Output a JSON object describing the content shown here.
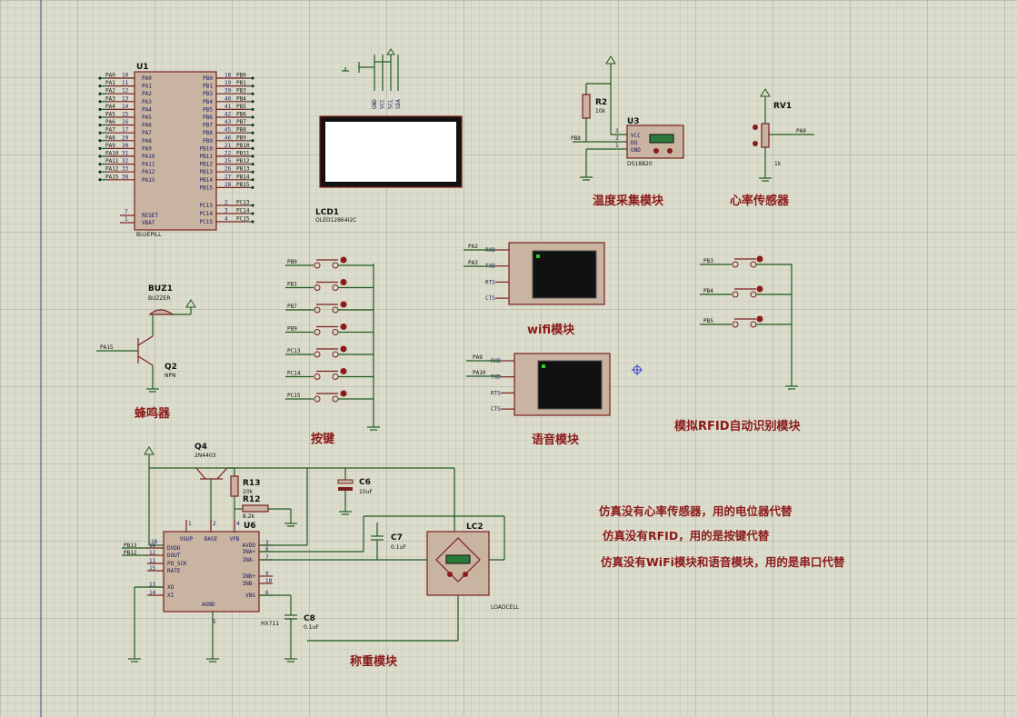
{
  "u1": {
    "ref": "U1",
    "value": "BLUEPILL",
    "left_pins": [
      {
        "net": "PA0",
        "num": "10",
        "name": "PA0"
      },
      {
        "net": "PA1",
        "num": "11",
        "name": "PA1"
      },
      {
        "net": "PA2",
        "num": "12",
        "name": "PA2"
      },
      {
        "net": "PA3",
        "num": "13",
        "name": "PA3"
      },
      {
        "net": "PA4",
        "num": "14",
        "name": "PA4"
      },
      {
        "net": "PA5",
        "num": "15",
        "name": "PA5"
      },
      {
        "net": "PA6",
        "num": "16",
        "name": "PA6"
      },
      {
        "net": "PA7",
        "num": "17",
        "name": "PA7"
      },
      {
        "net": "PA8",
        "num": "29",
        "name": "PA8"
      },
      {
        "net": "PA9",
        "num": "30",
        "name": "PA9"
      },
      {
        "net": "PA10",
        "num": "31",
        "name": "PA10"
      },
      {
        "net": "PA11",
        "num": "32",
        "name": "PA11"
      },
      {
        "net": "PA12",
        "num": "33",
        "name": "PA12"
      },
      {
        "net": "PA15",
        "num": "38",
        "name": "PA15"
      }
    ],
    "right_pins": [
      {
        "net": "PB0",
        "num": "18",
        "name": "PB0"
      },
      {
        "net": "PB1",
        "num": "19",
        "name": "PB1"
      },
      {
        "net": "PB3",
        "num": "39",
        "name": "PB3"
      },
      {
        "net": "PB4",
        "num": "40",
        "name": "PB4"
      },
      {
        "net": "PB5",
        "num": "41",
        "name": "PB5"
      },
      {
        "net": "PB6",
        "num": "42",
        "name": "PB6"
      },
      {
        "net": "PB7",
        "num": "43",
        "name": "PB7"
      },
      {
        "net": "PB8",
        "num": "45",
        "name": "PB8"
      },
      {
        "net": "PB9",
        "num": "46",
        "name": "PB9"
      },
      {
        "net": "PB10",
        "num": "21",
        "name": "PB10"
      },
      {
        "net": "PB11",
        "num": "22",
        "name": "PB11"
      },
      {
        "net": "PB12",
        "num": "25",
        "name": "PB12"
      },
      {
        "net": "PB13",
        "num": "26",
        "name": "PB13"
      },
      {
        "net": "PB14",
        "num": "27",
        "name": "PB14"
      },
      {
        "net": "PB15",
        "num": "28",
        "name": "PB15"
      }
    ],
    "pc_pins": [
      {
        "net": "PC13",
        "num": "2",
        "name": "PC13"
      },
      {
        "net": "PC14",
        "num": "3",
        "name": "PC14"
      },
      {
        "net": "PC15",
        "num": "4",
        "name": "PC15"
      }
    ],
    "reset_num": "7",
    "reset_name": "RESET",
    "vbat_num": "1",
    "vbat_name": "VBAT"
  },
  "lcd": {
    "ref": "LCD1",
    "value": "OLED12864I2C",
    "pins": [
      "GND",
      "VCC",
      "SCL",
      "SDA"
    ]
  },
  "temp": {
    "r_ref": "R2",
    "r_val": "10k",
    "u_ref": "U3",
    "u_val": "DS18B20",
    "pins": [
      "VCC",
      "DQ",
      "GND"
    ],
    "pin_nums": [
      "3",
      "2",
      "1"
    ],
    "net": "PB8",
    "label": "温度采集模块"
  },
  "heart": {
    "ref": "RV1",
    "val": "1k",
    "net": "PA0",
    "label": "心率传感器"
  },
  "buzzer": {
    "ref": "BUZ1",
    "val": "BUZZER",
    "q_ref": "Q2",
    "q_val": "NPN",
    "net": "PA15",
    "label": "蜂鸣器"
  },
  "keys": {
    "nets": [
      "PB0",
      "PB1",
      "PB7",
      "PB9",
      "PC13",
      "PC14",
      "PC15"
    ],
    "label": "按键"
  },
  "wifi": {
    "pins": [
      "RXD",
      "TXD",
      "RTS",
      "CTS"
    ],
    "nets": [
      "PA2",
      "PA3"
    ],
    "label": "wifi模块"
  },
  "voice": {
    "pins": [
      "RXD",
      "TXD",
      "RTS",
      "CTS"
    ],
    "nets": [
      "PA9",
      "PA10"
    ],
    "label": "语音模块"
  },
  "rfid": {
    "nets": [
      "PB3",
      "PB4",
      "PB5"
    ],
    "label": "模拟RFID自动识别模块"
  },
  "weigh": {
    "q_ref": "Q4",
    "q_val": "2N4403",
    "r13_ref": "R13",
    "r13_val": "20k",
    "r12_ref": "R12",
    "r12_val": "8.2k",
    "c6_ref": "C6",
    "c6_val": "10uF",
    "c7_ref": "C7",
    "c7_val": "0.1uF",
    "c8_ref": "C8",
    "c8_val": "0.1uF",
    "u_ref": "U6",
    "u_val": "HX711",
    "lc_ref": "LC2",
    "lc_val": "LOADCELL",
    "left_pins": [
      {
        "name": "DVDD",
        "num": "16",
        "net": "PB13"
      },
      {
        "name": "DOUT",
        "num": "12",
        "net": "PB12"
      },
      {
        "name": "PD_SCK",
        "num": "11",
        "net": ""
      },
      {
        "name": "RATE",
        "num": "15",
        "net": ""
      },
      {
        "name": "XO",
        "num": "13",
        "net": ""
      },
      {
        "name": "XI",
        "num": "14",
        "net": ""
      }
    ],
    "right_pins": [
      {
        "name": "AVDD",
        "num": "3"
      },
      {
        "name": "INA+",
        "num": "8"
      },
      {
        "name": "INA-",
        "num": "7"
      },
      {
        "name": "INB+",
        "num": "9"
      },
      {
        "name": "INB-",
        "num": "10"
      },
      {
        "name": "VBG",
        "num": "6"
      }
    ],
    "top_pins": [
      {
        "name": "VSUP",
        "num": "1"
      },
      {
        "name": "BASE",
        "num": "2"
      },
      {
        "name": "VFB",
        "num": "4"
      }
    ],
    "vsup_num2": "18",
    "agnd_name": "AGND",
    "agnd_num": "5",
    "label": "称重模块"
  },
  "notes": [
    "仿真没有心率传感器，用的电位器代替",
    "仿真没有RFID，用的是按键代替",
    "仿真没有WiFi模块和语音模块，用的是串口代替"
  ],
  "colors": {
    "background": "#dcdccc",
    "wire": "#1f5a1f",
    "component": "#7a1f1f",
    "body": "#c8b4a0",
    "label": "#8b1a1a",
    "terminal_screen": "#111111"
  }
}
